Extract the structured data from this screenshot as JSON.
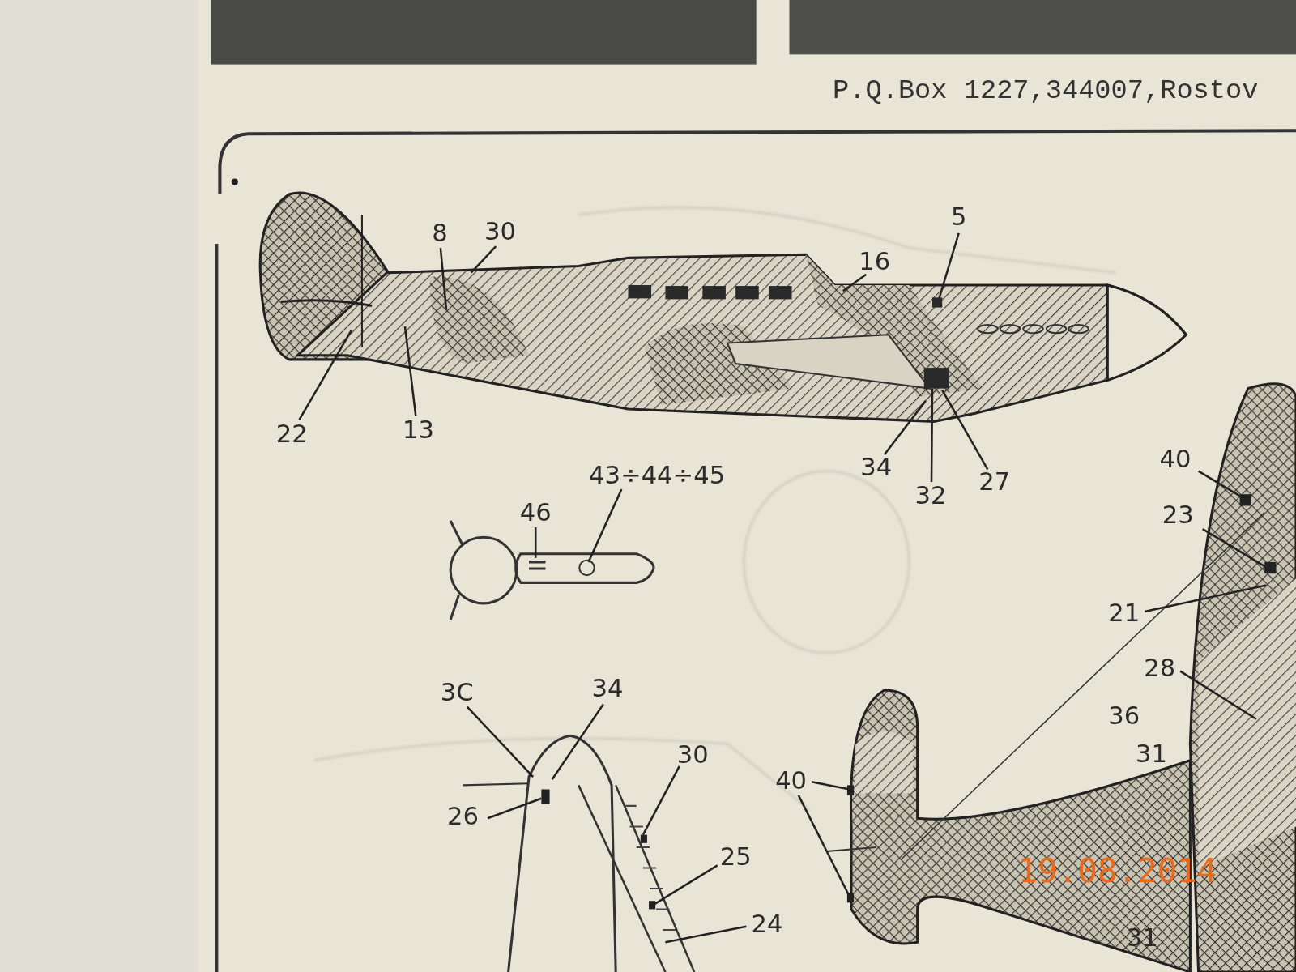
{
  "diagram": {
    "labels": [
      "P.Q.Box 1227,344007,Rostov",
      "5",
      "8",
      "30",
      "16",
      "22",
      "13",
      "34",
      "32",
      "27",
      "43÷44÷45",
      "46",
      "3C",
      "34",
      "30",
      "26",
      "25",
      "24",
      "40",
      "23",
      "21",
      "28",
      "36",
      "31",
      "40",
      "31",
      "19.08.2014"
    ]
  }
}
